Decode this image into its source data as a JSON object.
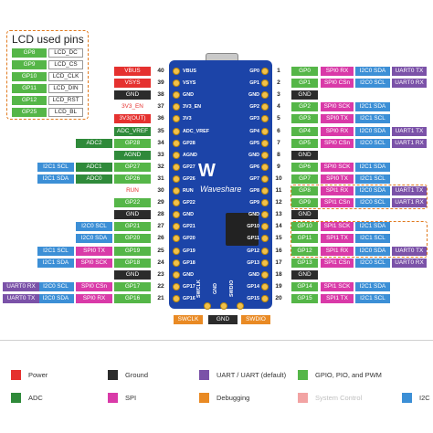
{
  "colors": {
    "power": "#e5312f",
    "ground": "#2b2b2b",
    "uart": "#7b52a8",
    "gpio": "#55b648",
    "adc": "#2f8a3a",
    "spi": "#d93aa8",
    "debug": "#e98a24",
    "system": "#f2a3a3",
    "i2c": "#3c8fd6"
  },
  "lcd": {
    "title": "LCD used pins",
    "rows": [
      {
        "gpio": "GP8",
        "fn": "LCD_DC"
      },
      {
        "gpio": "GP9",
        "fn": "LCD_CS"
      },
      {
        "gpio": "GP10",
        "fn": "LCD_CLK"
      },
      {
        "gpio": "GP11",
        "fn": "LCD_DIN"
      },
      {
        "gpio": "GP12",
        "fn": "LCD_RST"
      },
      {
        "gpio": "GP25",
        "fn": "LCD_BL"
      }
    ]
  },
  "left_pins": [
    {
      "num": "40",
      "tags": [
        {
          "t": "VBUS",
          "c": "power"
        }
      ]
    },
    {
      "num": "39",
      "tags": [
        {
          "t": "VSYS",
          "c": "power"
        }
      ]
    },
    {
      "num": "38",
      "tags": [
        {
          "t": "GND",
          "c": "ground"
        }
      ]
    },
    {
      "num": "37",
      "tags": [
        {
          "t": "3V3_EN",
          "c": "system"
        }
      ]
    },
    {
      "num": "36",
      "tags": [
        {
          "t": "3V3(OUT)",
          "c": "power"
        }
      ]
    },
    {
      "num": "35",
      "tags": [
        {
          "t": "ADC_VREF",
          "c": "adc"
        }
      ]
    },
    {
      "num": "34",
      "tags": [
        {
          "t": "GP28",
          "c": "gpio"
        },
        {
          "t": "ADC2",
          "c": "adc"
        }
      ]
    },
    {
      "num": "33",
      "tags": [
        {
          "t": "AGND",
          "c": "adc"
        }
      ]
    },
    {
      "num": "32",
      "tags": [
        {
          "t": "GP27",
          "c": "gpio"
        },
        {
          "t": "ADC1",
          "c": "adc"
        },
        {
          "t": "I2C1 SCL",
          "c": "i2c"
        }
      ]
    },
    {
      "num": "31",
      "tags": [
        {
          "t": "GP26",
          "c": "gpio"
        },
        {
          "t": "ADC0",
          "c": "adc"
        },
        {
          "t": "I2C1 SDA",
          "c": "i2c"
        }
      ]
    },
    {
      "num": "30",
      "tags": [
        {
          "t": "RUN",
          "c": "system"
        }
      ]
    },
    {
      "num": "29",
      "tags": [
        {
          "t": "GP22",
          "c": "gpio"
        }
      ]
    },
    {
      "num": "28",
      "tags": [
        {
          "t": "GND",
          "c": "ground"
        }
      ]
    },
    {
      "num": "27",
      "tags": [
        {
          "t": "GP21",
          "c": "gpio"
        },
        {
          "t": "I2C0 SCL",
          "c": "i2c"
        }
      ]
    },
    {
      "num": "26",
      "tags": [
        {
          "t": "GP20",
          "c": "gpio"
        },
        {
          "t": "I2C0 SDA",
          "c": "i2c"
        }
      ]
    },
    {
      "num": "25",
      "tags": [
        {
          "t": "GP19",
          "c": "gpio"
        },
        {
          "t": "SPI0 TX",
          "c": "spi"
        },
        {
          "t": "I2C1 SCL",
          "c": "i2c"
        }
      ]
    },
    {
      "num": "24",
      "tags": [
        {
          "t": "GP18",
          "c": "gpio"
        },
        {
          "t": "SPI0 SCK",
          "c": "spi"
        },
        {
          "t": "I2C1 SDA",
          "c": "i2c"
        }
      ]
    },
    {
      "num": "23",
      "tags": [
        {
          "t": "GND",
          "c": "ground"
        }
      ]
    },
    {
      "num": "22",
      "tags": [
        {
          "t": "GP17",
          "c": "gpio"
        },
        {
          "t": "SPI0 CSn",
          "c": "spi"
        },
        {
          "t": "I2C0 SCL",
          "c": "i2c"
        },
        {
          "t": "UART0 RX",
          "c": "uart"
        }
      ]
    },
    {
      "num": "21",
      "tags": [
        {
          "t": "GP16",
          "c": "gpio"
        },
        {
          "t": "SPI0 RX",
          "c": "spi"
        },
        {
          "t": "I2C0 SDA",
          "c": "i2c"
        },
        {
          "t": "UART0 TX",
          "c": "uart"
        }
      ]
    }
  ],
  "right_pins": [
    {
      "num": "1",
      "tags": [
        {
          "t": "GP0",
          "c": "gpio"
        },
        {
          "t": "SPI0 RX",
          "c": "spi"
        },
        {
          "t": "I2C0 SDA",
          "c": "i2c"
        },
        {
          "t": "UART0 TX",
          "c": "uart"
        }
      ]
    },
    {
      "num": "2",
      "tags": [
        {
          "t": "GP1",
          "c": "gpio"
        },
        {
          "t": "SPI0 CSn",
          "c": "spi"
        },
        {
          "t": "I2C0 SCL",
          "c": "i2c"
        },
        {
          "t": "UART0 RX",
          "c": "uart"
        }
      ]
    },
    {
      "num": "3",
      "tags": [
        {
          "t": "GND",
          "c": "ground"
        }
      ]
    },
    {
      "num": "4",
      "tags": [
        {
          "t": "GP2",
          "c": "gpio"
        },
        {
          "t": "SPI0 SCK",
          "c": "spi"
        },
        {
          "t": "I2C1 SDA",
          "c": "i2c"
        }
      ]
    },
    {
      "num": "5",
      "tags": [
        {
          "t": "GP3",
          "c": "gpio"
        },
        {
          "t": "SPI0 TX",
          "c": "spi"
        },
        {
          "t": "I2C1 SCL",
          "c": "i2c"
        }
      ]
    },
    {
      "num": "6",
      "tags": [
        {
          "t": "GP4",
          "c": "gpio"
        },
        {
          "t": "SPI0 RX",
          "c": "spi"
        },
        {
          "t": "I2C0 SDA",
          "c": "i2c"
        },
        {
          "t": "UART1 TX",
          "c": "uart"
        }
      ]
    },
    {
      "num": "7",
      "tags": [
        {
          "t": "GP5",
          "c": "gpio"
        },
        {
          "t": "SPI0 CSn",
          "c": "spi"
        },
        {
          "t": "I2C0 SCL",
          "c": "i2c"
        },
        {
          "t": "UART1 RX",
          "c": "uart"
        }
      ]
    },
    {
      "num": "8",
      "tags": [
        {
          "t": "GND",
          "c": "ground"
        }
      ]
    },
    {
      "num": "9",
      "tags": [
        {
          "t": "GP6",
          "c": "gpio"
        },
        {
          "t": "SPI0 SCK",
          "c": "spi"
        },
        {
          "t": "I2C1 SDA",
          "c": "i2c"
        }
      ]
    },
    {
      "num": "10",
      "tags": [
        {
          "t": "GP7",
          "c": "gpio"
        },
        {
          "t": "SPI0 TX",
          "c": "spi"
        },
        {
          "t": "I2C1 SCL",
          "c": "i2c"
        }
      ]
    },
    {
      "num": "11",
      "tags": [
        {
          "t": "GP8",
          "c": "gpio"
        },
        {
          "t": "SPI1 RX",
          "c": "spi"
        },
        {
          "t": "I2C0 SDA",
          "c": "i2c"
        },
        {
          "t": "UART1 TX",
          "c": "uart"
        }
      ]
    },
    {
      "num": "12",
      "tags": [
        {
          "t": "GP9",
          "c": "gpio"
        },
        {
          "t": "SPI1 CSn",
          "c": "spi"
        },
        {
          "t": "I2C0 SCL",
          "c": "i2c"
        },
        {
          "t": "UART1 RX",
          "c": "uart"
        }
      ]
    },
    {
      "num": "13",
      "tags": [
        {
          "t": "GND",
          "c": "ground"
        }
      ]
    },
    {
      "num": "14",
      "tags": [
        {
          "t": "GP10",
          "c": "gpio"
        },
        {
          "t": "SPI1 SCK",
          "c": "spi"
        },
        {
          "t": "I2C1 SDA",
          "c": "i2c"
        }
      ]
    },
    {
      "num": "15",
      "tags": [
        {
          "t": "GP11",
          "c": "gpio"
        },
        {
          "t": "SPI1 TX",
          "c": "spi"
        },
        {
          "t": "I2C1 SCL",
          "c": "i2c"
        }
      ]
    },
    {
      "num": "16",
      "tags": [
        {
          "t": "GP12",
          "c": "gpio"
        },
        {
          "t": "SPI1 RX",
          "c": "spi"
        },
        {
          "t": "I2C0 SDA",
          "c": "i2c"
        },
        {
          "t": "UART0 TX",
          "c": "uart"
        }
      ]
    },
    {
      "num": "17",
      "tags": [
        {
          "t": "GP13",
          "c": "gpio"
        },
        {
          "t": "SPI1 CSn",
          "c": "spi"
        },
        {
          "t": "I2C0 SCL",
          "c": "i2c"
        },
        {
          "t": "UART0 RX",
          "c": "uart"
        }
      ]
    },
    {
      "num": "18",
      "tags": [
        {
          "t": "GND",
          "c": "ground"
        }
      ]
    },
    {
      "num": "19",
      "tags": [
        {
          "t": "GP14",
          "c": "gpio"
        },
        {
          "t": "SPI1 SCK",
          "c": "spi"
        },
        {
          "t": "I2C1 SDA",
          "c": "i2c"
        }
      ]
    },
    {
      "num": "20",
      "tags": [
        {
          "t": "GP15",
          "c": "gpio"
        },
        {
          "t": "SPI1 TX",
          "c": "spi"
        },
        {
          "t": "I2C1 SCL",
          "c": "i2c"
        }
      ]
    }
  ],
  "board": {
    "brand": "Waveshare",
    "left_labels": [
      "VBUS",
      "VSYS",
      "GND",
      "3V3_EN",
      "3V3",
      "ADC_VREF",
      "GP28",
      "AGND",
      "GP27",
      "GP26",
      "RUN",
      "GP22",
      "GND",
      "GP21",
      "GP20",
      "GP19",
      "GP18",
      "GND",
      "GP17",
      "GP16"
    ],
    "right_labels": [
      "GP0",
      "GP1",
      "GND",
      "GP2",
      "GP3",
      "GP4",
      "GP5",
      "GND",
      "GP6",
      "GP7",
      "GP8",
      "GP9",
      "GND",
      "GP10",
      "GP11",
      "GP12",
      "GP13",
      "GND",
      "GP14",
      "GP15"
    ],
    "bottom_labels": [
      "SWCLK",
      "GND",
      "SWDIO"
    ]
  },
  "debug_pins": [
    {
      "t": "SWCLK",
      "c": "debug"
    },
    {
      "t": "GND",
      "c": "ground"
    },
    {
      "t": "SWDIO",
      "c": "debug"
    }
  ],
  "legend": [
    {
      "label": "Power",
      "c": "power"
    },
    {
      "label": "Ground",
      "c": "ground"
    },
    {
      "label": "UART / UART (default)",
      "c": "uart"
    },
    {
      "label": "GPIO, PIO, and PWM",
      "c": "gpio"
    },
    {
      "label": "ADC",
      "c": "adc"
    },
    {
      "label": "SPI",
      "c": "spi"
    },
    {
      "label": "Debugging",
      "c": "debug"
    },
    {
      "label": "System Control",
      "c": "system"
    },
    {
      "label": "I2C",
      "c": "i2c"
    }
  ]
}
